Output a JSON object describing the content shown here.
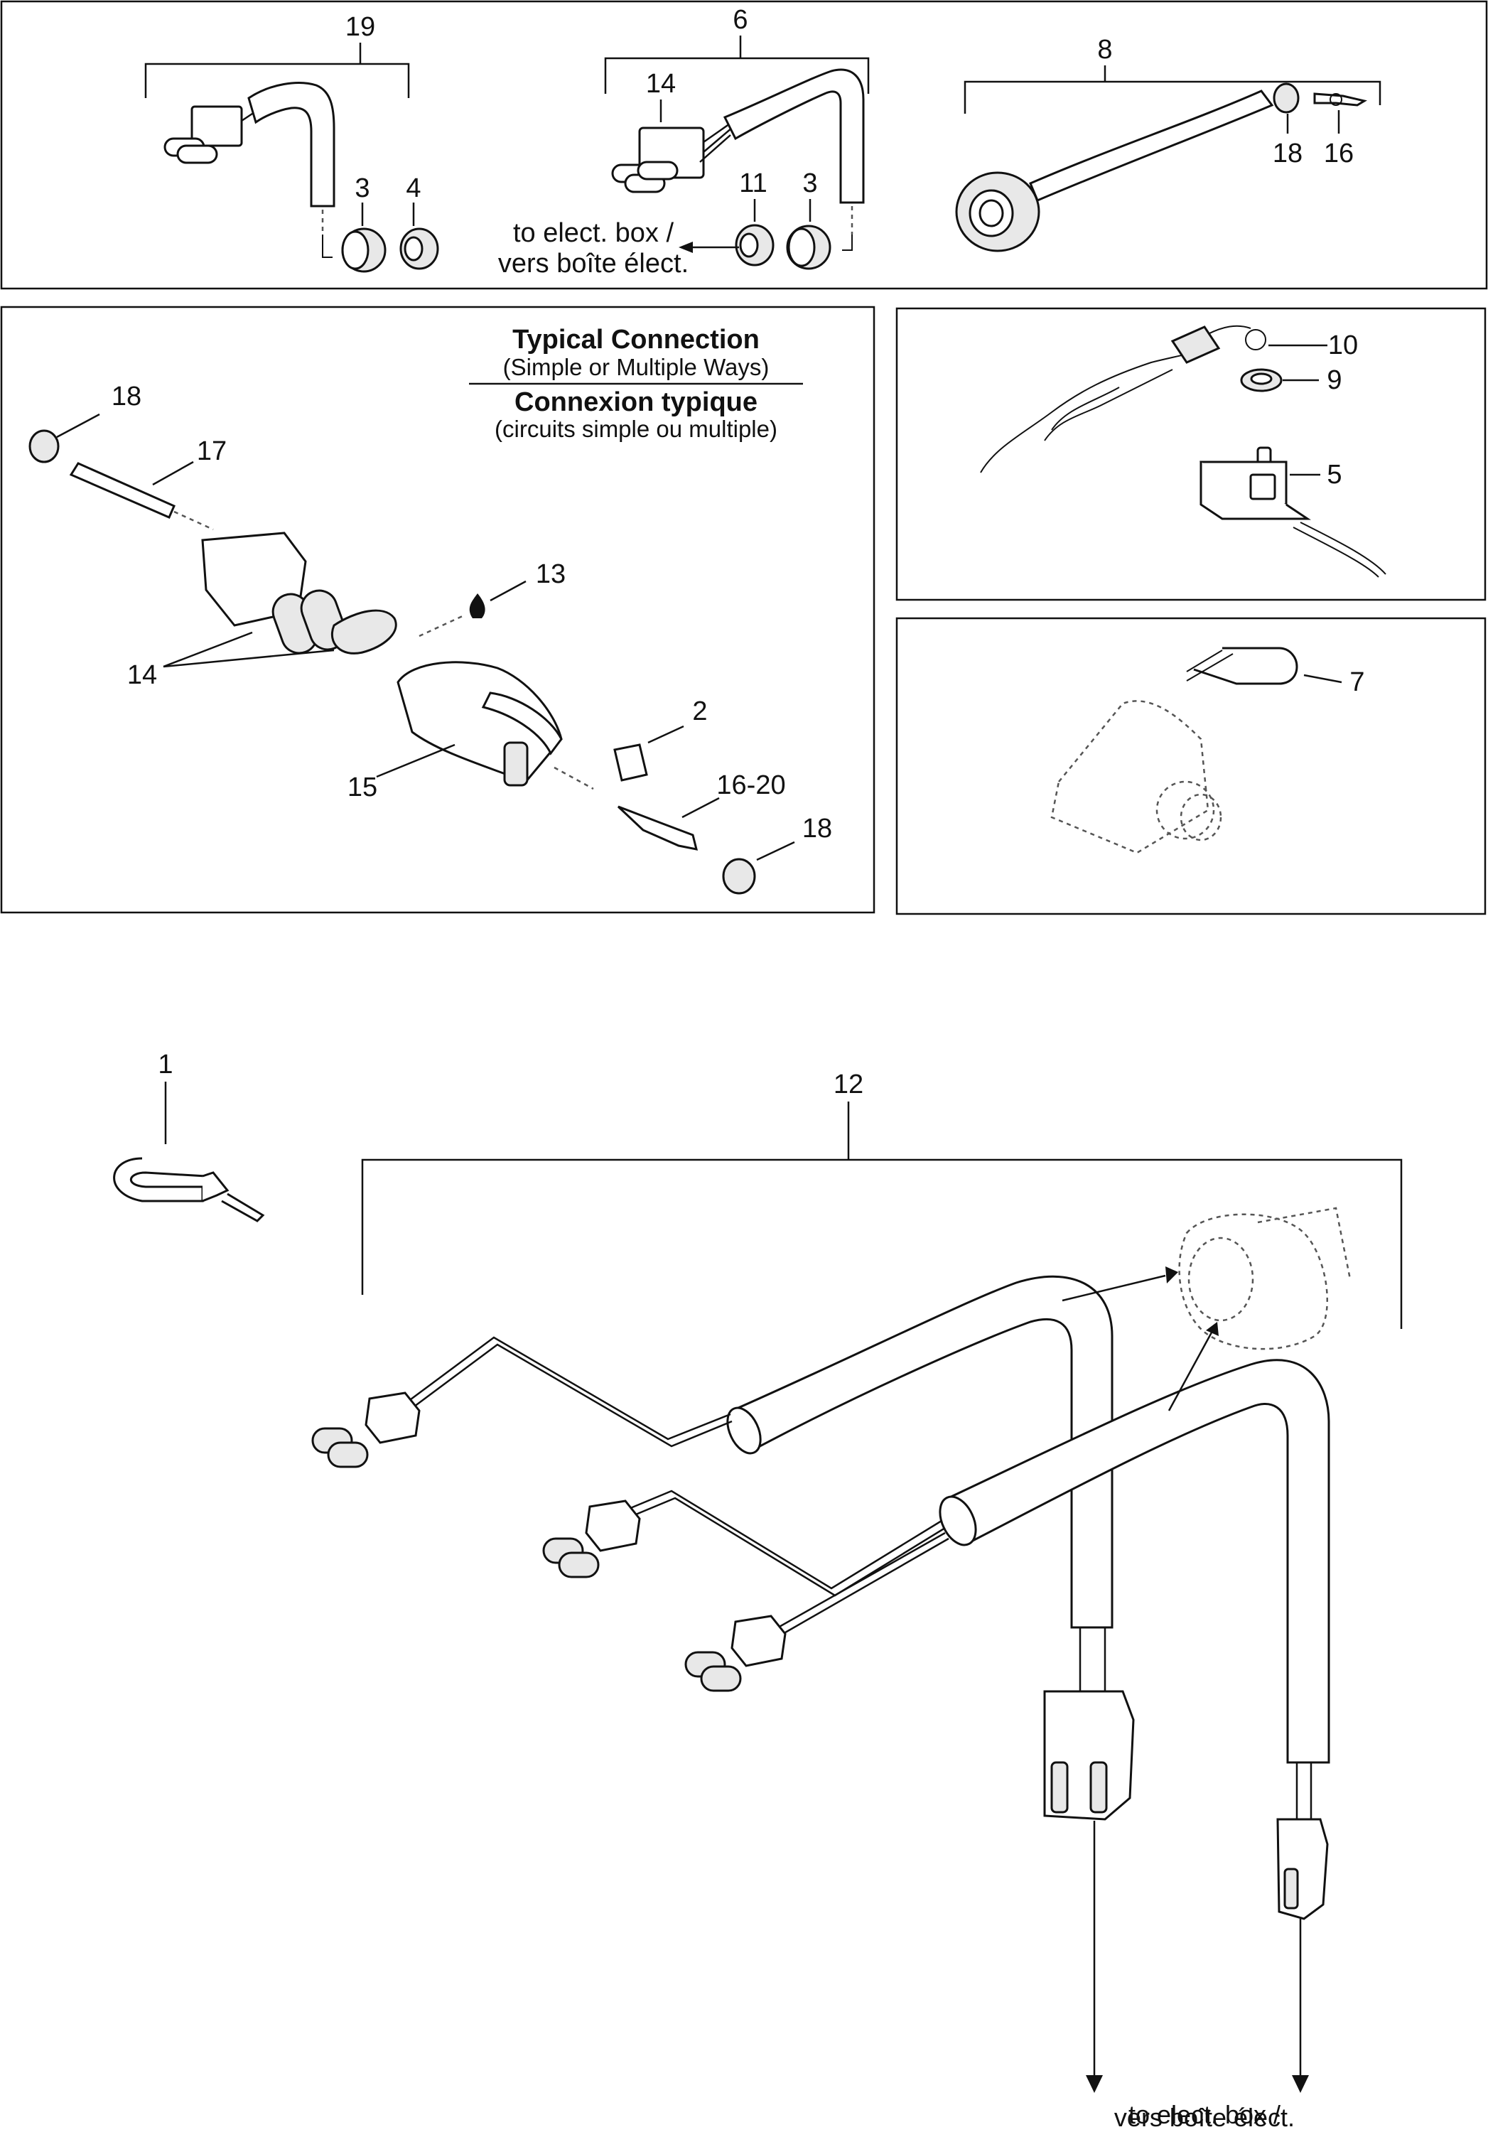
{
  "callouts": {
    "p1": {
      "c19": "19",
      "c6": "6",
      "c14": "14",
      "c3a": "3",
      "c4": "4",
      "c11": "11",
      "c3b": "3",
      "c8": "8",
      "c18": "18",
      "c16": "16"
    },
    "p2": {
      "c18a": "18",
      "c17": "17",
      "c13": "13",
      "c14": "14",
      "c2": "2",
      "c15": "15",
      "c1620": "16-20",
      "c18b": "18"
    },
    "p3": {
      "c10": "10",
      "c9": "9",
      "c5": "5"
    },
    "p4": {
      "c7": "7"
    },
    "main": {
      "c1": "1",
      "c12": "12"
    }
  },
  "notes": {
    "to_box_1a": "to elect. box /",
    "to_box_1b": "vers boîte élect.",
    "to_box_2a": "to elect. box /",
    "to_box_2b": "vers boîte élect."
  },
  "typical": {
    "title_en": "Typical Connection",
    "sub_en": "(Simple or Multiple Ways)",
    "title_fr": "Connexion typique",
    "sub_fr": "(circuits simple ou multiple)"
  }
}
